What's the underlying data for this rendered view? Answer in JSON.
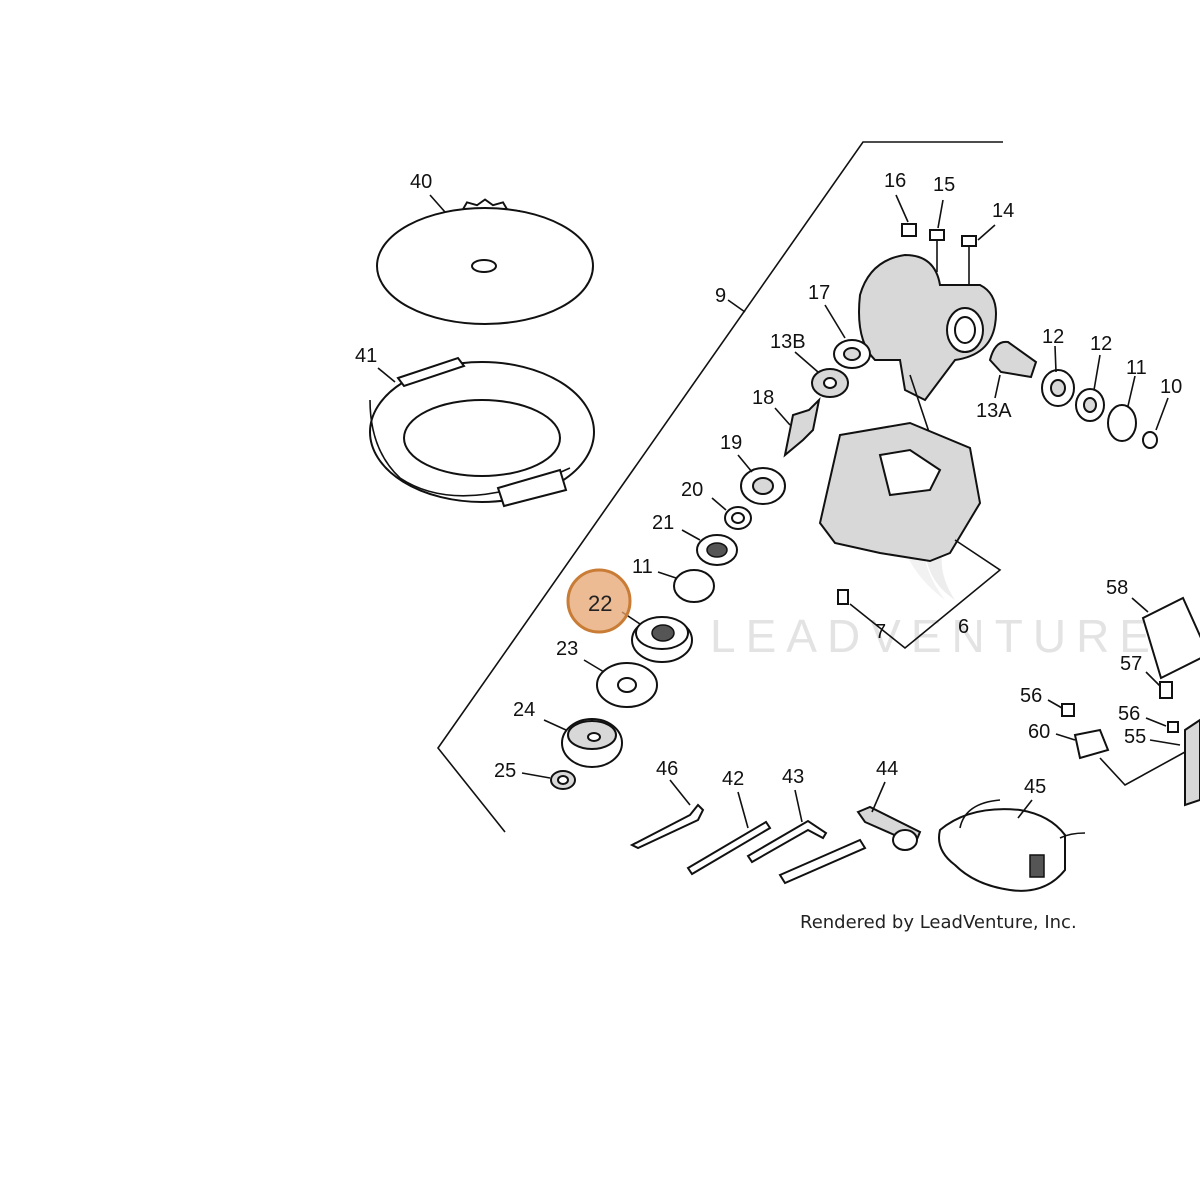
{
  "watermark": "LEADVENTURE",
  "credit": "Rendered by LeadVenture, Inc.",
  "highlight": {
    "label": "22",
    "color": "#E6A36F",
    "ring": "#C97C35"
  },
  "callouts": {
    "c40": "40",
    "c41": "41",
    "c9": "9",
    "c16": "16",
    "c15": "15",
    "c14": "14",
    "c17": "17",
    "c13B": "13B",
    "c18": "18",
    "c19": "19",
    "c20": "20",
    "c21": "21",
    "c11a": "11",
    "c23": "23",
    "c24": "24",
    "c25": "25",
    "c12a": "12",
    "c12b": "12",
    "c11b": "11",
    "c10": "10",
    "c13A": "13A",
    "c7": "7",
    "c6": "6",
    "c58": "58",
    "c57": "57",
    "c56a": "56",
    "c56b": "56",
    "c60": "60",
    "c55": "55",
    "c46": "46",
    "c42": "42",
    "c43": "43",
    "c44": "44",
    "c45": "45"
  }
}
